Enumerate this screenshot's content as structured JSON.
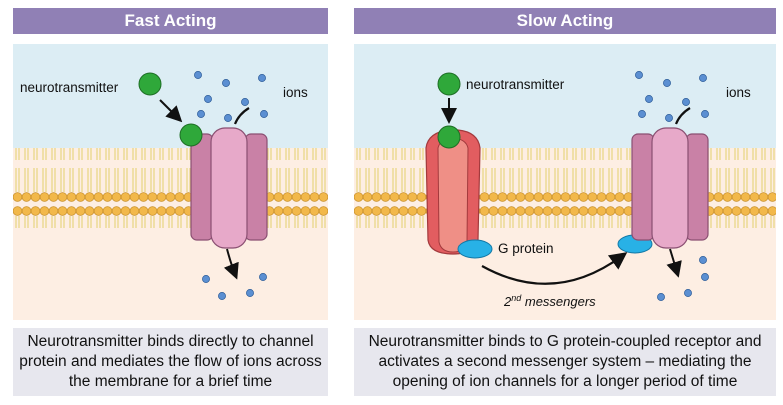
{
  "left": {
    "title": "Fast Acting",
    "label_nt": "neurotransmitter",
    "label_ions": "ions",
    "caption": "Neurotransmitter binds directly to channel protein and mediates the flow of ions across the membrane for a brief time"
  },
  "right": {
    "title": "Slow Acting",
    "label_nt": "neurotransmitter",
    "label_ions": "ions",
    "label_gprotein": "G protein",
    "label_messengers_main": "2",
    "label_messengers_sup": "nd",
    "label_messengers_rest": " messengers",
    "caption": "Neurotransmitter binds to G protein-coupled receptor and activates a second messenger system – mediating the opening of ion channels for a longer period of time"
  },
  "colors": {
    "header": "#9080b5",
    "extracellular": "#dcedf4",
    "intracellular": "#fdeee3",
    "lipid_head": "#f2b84a",
    "lipid_tail": "#e9d789",
    "channel_outer": "#c981a6",
    "channel_inner": "#e7a9c9",
    "receptor_outer": "#e25d60",
    "receptor_inner": "#ef8f86",
    "neurotransmitter": "#2fa83a",
    "ion": "#5b8fd2",
    "g_protein": "#28b1e6",
    "caption_bg": "#e7e7ee"
  }
}
